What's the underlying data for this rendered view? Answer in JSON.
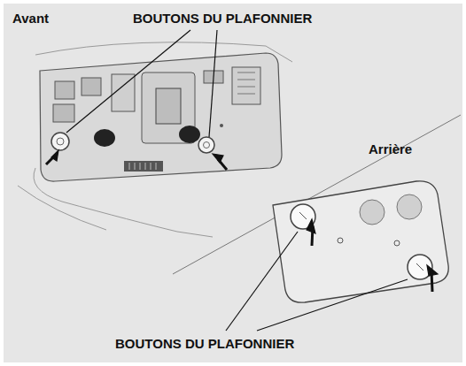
{
  "diagram": {
    "labels": [
      "Avant",
      "BOUTONS DU PLAFONNIER",
      "Arrière",
      "BOUTONS DU PLAFONNIER"
    ]
  }
}
